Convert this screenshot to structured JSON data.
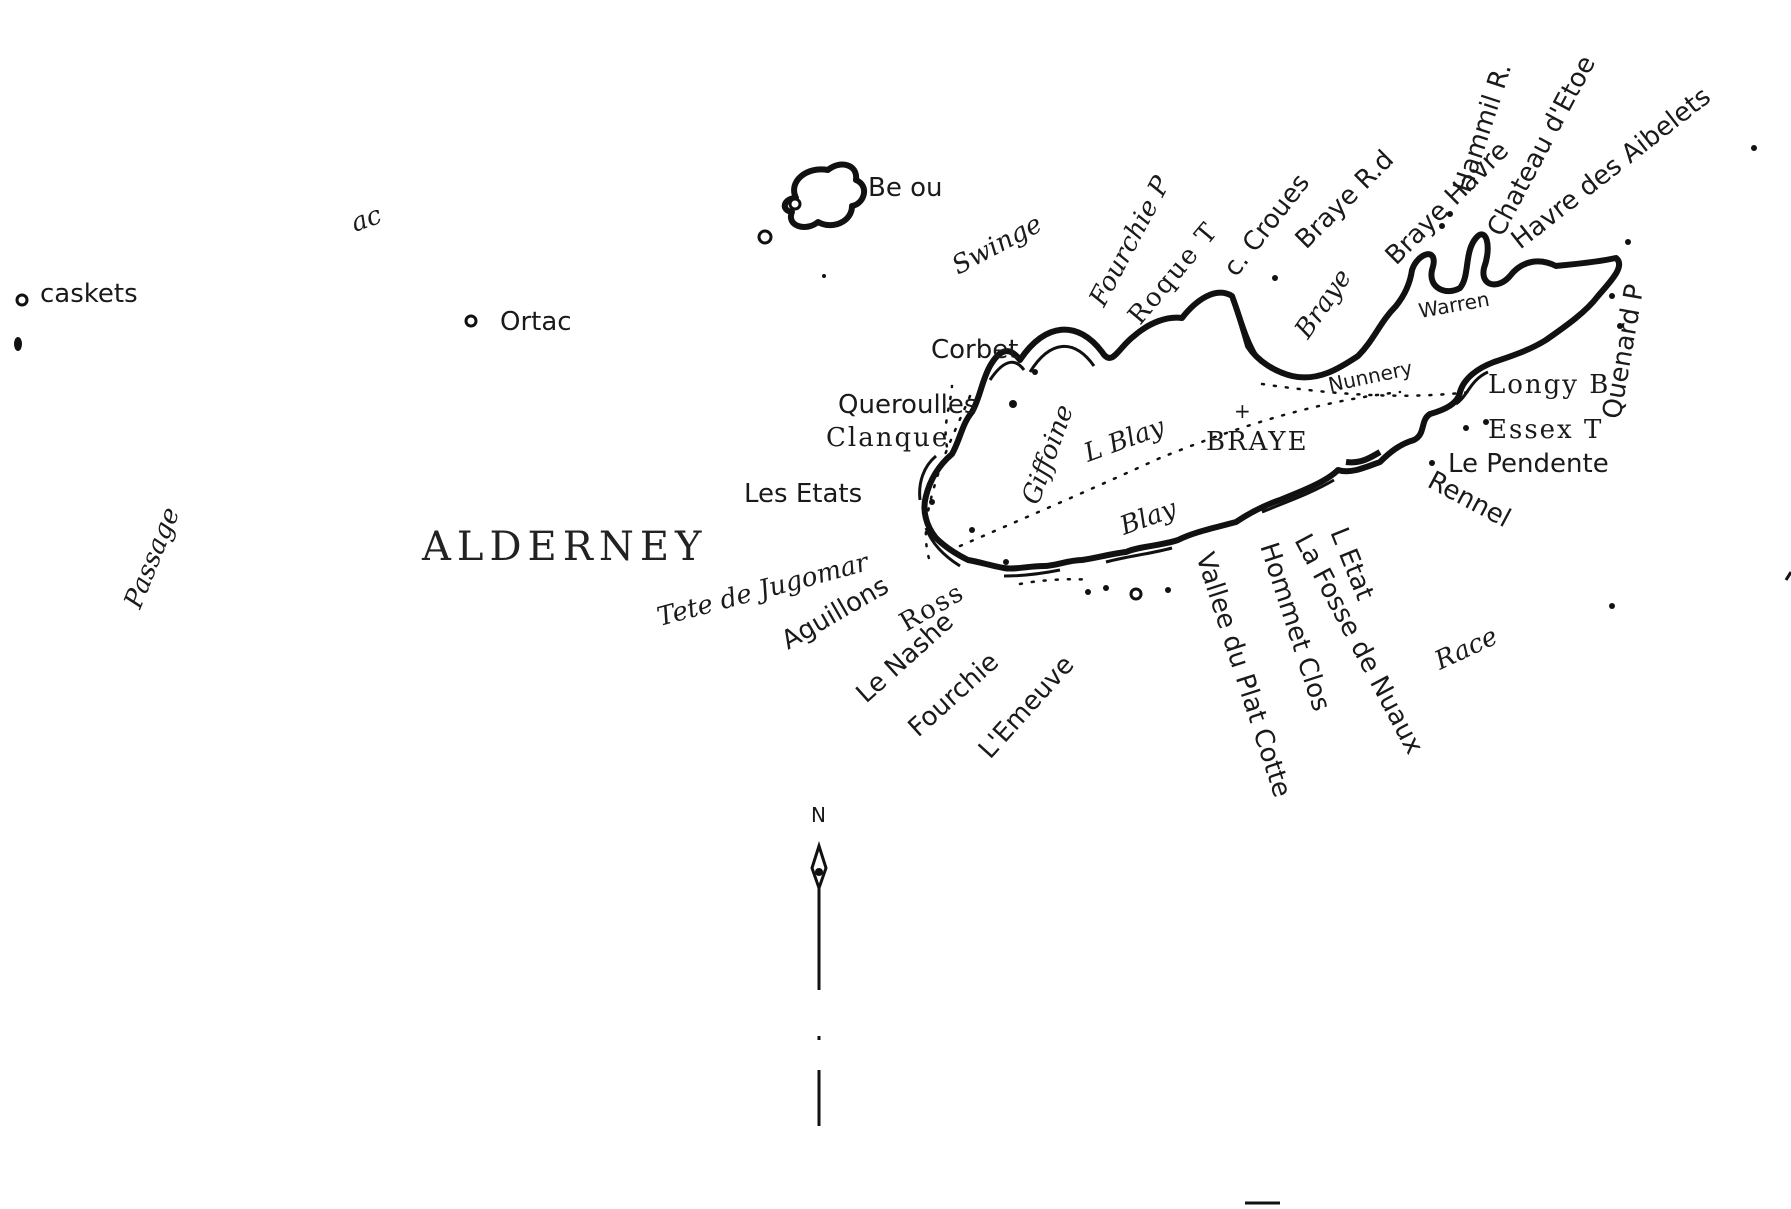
{
  "map": {
    "title": "ALDERNEY",
    "compass_label": "N",
    "regions": {
      "swinge": "Swinge",
      "race": "Race",
      "passage": "Passage",
      "passage_fragment": "ac"
    },
    "islets": {
      "casquets": "caskets",
      "burhou": "Be ou",
      "ortac": "Ortac"
    },
    "inland": {
      "braye": "BRAYE",
      "blay_north": "L Blay",
      "blay_south": "Blay",
      "giffoine": "Giffoine",
      "warren": "Warren",
      "nunnery": "Nunnery",
      "braye_havre_inner": "Braye",
      "longy_b": "Longy B"
    },
    "north_coast": {
      "corbet": "Corbet",
      "queroulles": "Queroulles",
      "clanque": "Clanque",
      "fourchie_p": "Fourchie P",
      "roque_t": "Roque T",
      "c_croues": "c. Croues",
      "braye_rd": "Braye R.d",
      "braye_havre": "Braye Havre",
      "hammil_r": "Hammil R.",
      "chateau_etoe": "Chateau d'Etoe",
      "havre_des_aibelets": "Havre des Aibelets",
      "quenard_p": "Quenard P"
    },
    "south_coast": {
      "les_etats": "Les Etats",
      "tete_de_jugomar": "Tete de Jugomar",
      "aguillons": "Aguillons",
      "ross": "Ross",
      "le_nashe": "Le Nashe",
      "fourchie": "Fourchie",
      "l_emeuve": "L'Emeuve",
      "vallee_du_plat_cotte": "Vallee du Plat Cotte",
      "hommet_clos": "Hommet Clos",
      "la_fosse_de_nuaux": "La Fosse de Nuaux",
      "l_etat": "L Etat"
    },
    "east_coast": {
      "essex_t": "Essex T",
      "le_pendente": "Le Pendente",
      "rennel": "Rennel"
    }
  }
}
